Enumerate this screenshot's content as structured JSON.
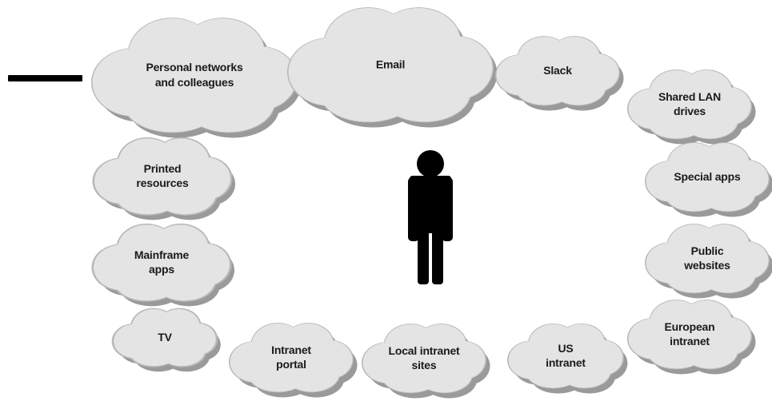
{
  "diagram": {
    "colors": {
      "cloud_fill": "#e4e4e4",
      "cloud_shadow": "#9a9a9a",
      "cloud_stroke": "#b8b8b8",
      "person": "#000000",
      "dash": "#000000"
    },
    "clouds": [
      {
        "id": "personal-networks",
        "lines": [
          "Personal networks",
          "and colleagues"
        ]
      },
      {
        "id": "email",
        "lines": [
          "Email"
        ]
      },
      {
        "id": "slack",
        "lines": [
          "Slack"
        ]
      },
      {
        "id": "shared-lan-drives",
        "lines": [
          "Shared LAN",
          "drives"
        ]
      },
      {
        "id": "printed-resources",
        "lines": [
          "Printed",
          "resources"
        ]
      },
      {
        "id": "special-apps",
        "lines": [
          "Special apps"
        ]
      },
      {
        "id": "mainframe-apps",
        "lines": [
          "Mainframe",
          "apps"
        ]
      },
      {
        "id": "public-websites",
        "lines": [
          "Public",
          "websites"
        ]
      },
      {
        "id": "tv",
        "lines": [
          "TV"
        ]
      },
      {
        "id": "european-intranet",
        "lines": [
          "European",
          "intranet"
        ]
      },
      {
        "id": "intranet-portal",
        "lines": [
          "Intranet",
          "portal"
        ]
      },
      {
        "id": "local-intranet-sites",
        "lines": [
          "Local intranet",
          "sites"
        ]
      },
      {
        "id": "us-intranet",
        "lines": [
          "US",
          "intranet"
        ]
      }
    ]
  }
}
